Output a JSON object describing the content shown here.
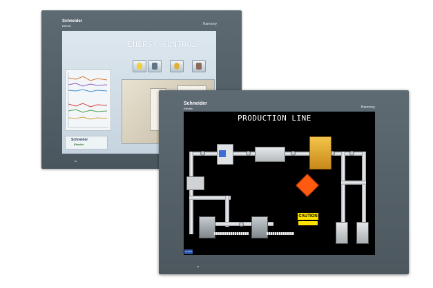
{
  "energy_panel": {
    "brand_name": "Schneider",
    "brand_sub": "Electric",
    "model": "Harmony",
    "screen_title": "ENERGY  CONTROL",
    "logo_name": "Schneider",
    "logo_sub": "Electric"
  },
  "production_panel": {
    "brand_name": "Schneider",
    "brand_sub": "Electric",
    "model": "Harmony",
    "screen_title": "PRODUCTION  LINE",
    "caution_label": "CAUTION",
    "corner_tag": "pro-face"
  },
  "colors": {
    "bezel": "#56626a",
    "caution_orange": "#ff5a10",
    "caution_yellow": "#ffe100",
    "machine_gold": "#e3a61b",
    "screen_black": "#000000"
  }
}
